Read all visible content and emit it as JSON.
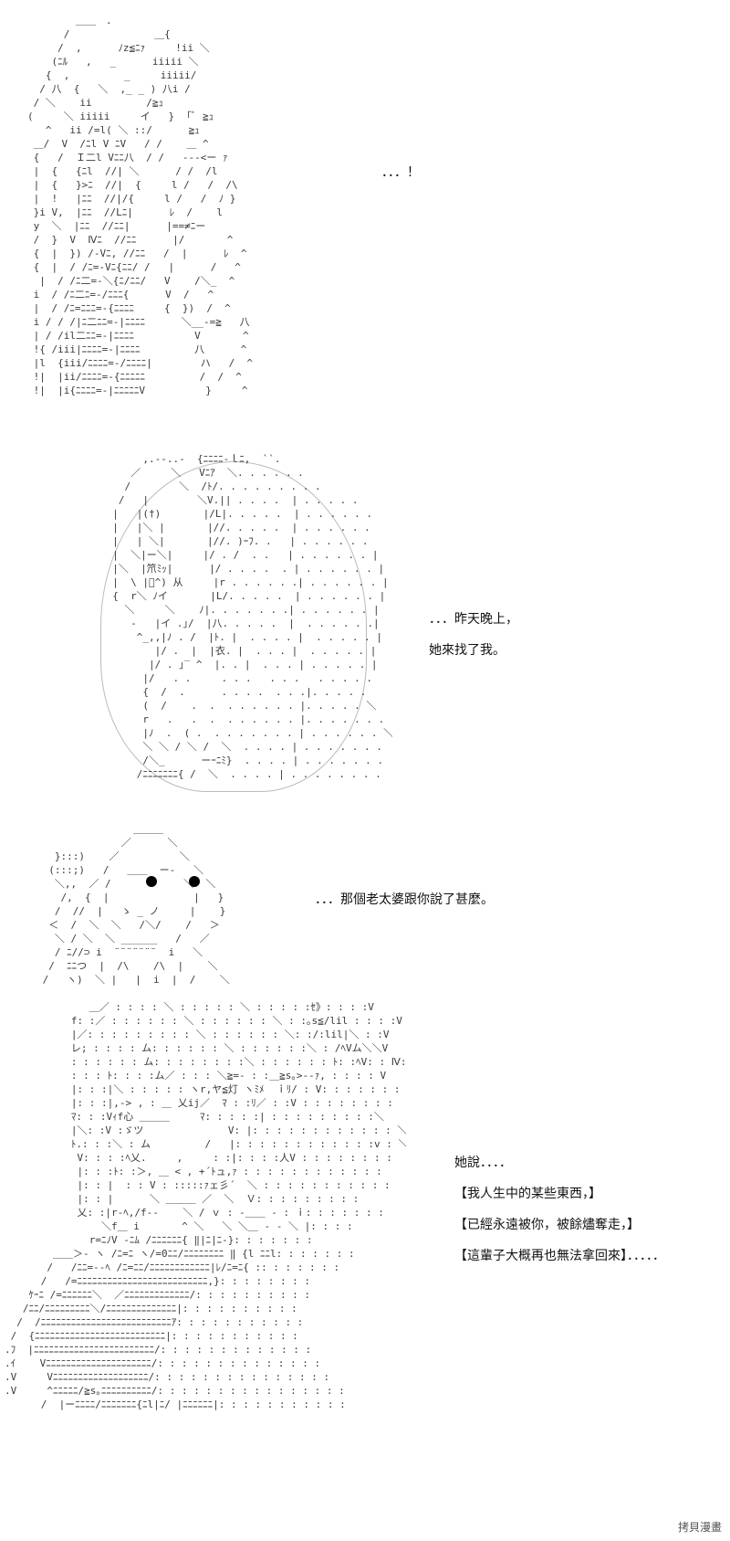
{
  "panels": [
    {
      "id": "panel-1",
      "captions": [
        "．．．！"
      ]
    },
    {
      "id": "panel-2",
      "captions": [
        "．．．昨天晚上，",
        "她來找了我。"
      ]
    },
    {
      "id": "panel-3",
      "captions": [
        "．．．那個老太婆跟你說了甚麼。"
      ]
    },
    {
      "id": "panel-4",
      "captions": [
        "她說．．．．",
        "【我人生中的某些東西，】",
        "【已經永遠被你，被餘燼奪走，】",
        "【這輩子大概再也無法拿回來】．．．．．"
      ]
    }
  ],
  "watermark": "拷貝漫畫"
}
